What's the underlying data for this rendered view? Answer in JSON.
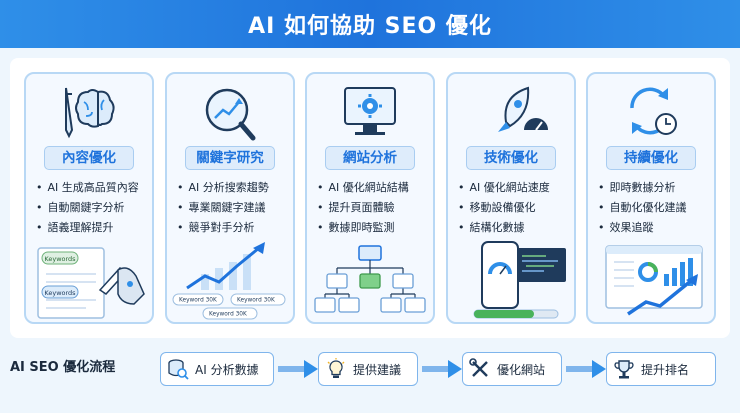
{
  "title": "AI 如何協助 SEO 優化",
  "cards": [
    {
      "title": "內容優化",
      "items": [
        "AI 生成高品質內容",
        "自動關鍵字分析",
        "語義理解提升"
      ],
      "icon": "brain-pen-icon",
      "labels": [
        "Keywords",
        "Keywords"
      ]
    },
    {
      "title": "關鍵字研究",
      "items": [
        "AI 分析搜索趨勢",
        "專業關鍵字建議",
        "競爭對手分析"
      ],
      "icon": "magnifier-chart-icon",
      "labels": [
        "Keyword 30K",
        "Keyword 30K",
        "Keyword 30K"
      ]
    },
    {
      "title": "網站分析",
      "items": [
        "AI 優化網站結構",
        "提升頁面體驗",
        "數據即時監測"
      ],
      "icon": "monitor-gear-icon",
      "labels": []
    },
    {
      "title": "技術優化",
      "items": [
        "AI 優化網站速度",
        "移動設備優化",
        "結構化數據"
      ],
      "icon": "rocket-gauge-icon",
      "labels": []
    },
    {
      "title": "持續優化",
      "items": [
        "即時數據分析",
        "自動化優化建議",
        "效果追蹤"
      ],
      "icon": "refresh-clock-icon",
      "labels": []
    }
  ],
  "flow": {
    "label": "AI SEO 優化流程",
    "steps": [
      {
        "label": "AI 分析數據",
        "icon": "database-search-icon"
      },
      {
        "label": "提供建議",
        "icon": "lightbulb-icon"
      },
      {
        "label": "優化網站",
        "icon": "tools-icon"
      },
      {
        "label": "提升排名",
        "icon": "trophy-icon"
      }
    ]
  },
  "colors": {
    "accent": "#1f73dc",
    "title_bar": "#2f8fe8",
    "card_border": "#b8d8f5",
    "card_bg": "#f4f9ff",
    "background": "#eef6fd"
  }
}
